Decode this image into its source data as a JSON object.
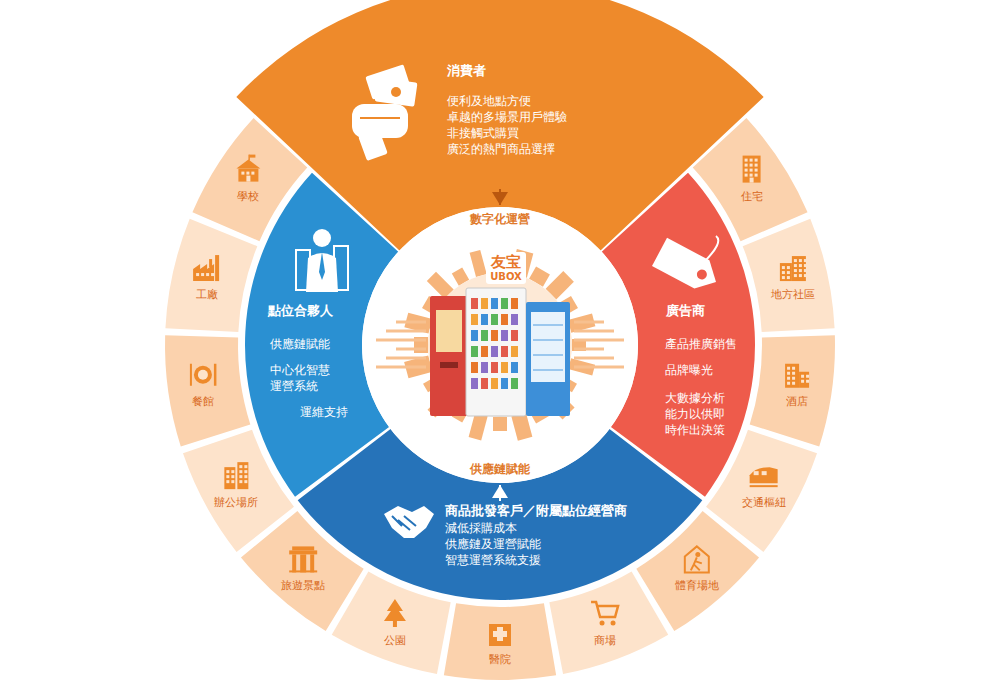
{
  "diagram": {
    "nodes": [
      {
        "text": [
          "消費者",
          "便利及地點方便",
          "卓越的多場景用戶體驗",
          "非接觸式購買",
          "廣泛的熱門商品選擇"
        ]
      },
      {
        "text": [
          "點位合夥人",
          "供應鏈賦能",
          "中心化智慧 運營系統",
          "運維支持"
        ]
      },
      {
        "text": [
          "廣告商",
          "產品推廣銷售",
          "品牌曝光",
          "大數據分析 能力以供即 時作出決策"
        ]
      },
      {
        "text": [
          "商品批發客戶／附屬點位經營商",
          "減低採購成本",
          "供應鏈及運營賦能",
          "智慧運營系統支援"
        ]
      },
      {
        "text": [
          "數字化運營",
          "供應鏈賦能"
        ]
      },
      {
        "text": [
          "學校"
        ]
      },
      {
        "text": [
          "工廠"
        ]
      },
      {
        "text": [
          "餐館"
        ]
      },
      {
        "text": [
          "辦公場所"
        ]
      },
      {
        "text": [
          "旅遊景點"
        ]
      },
      {
        "text": [
          "公園"
        ]
      },
      {
        "text": [
          "醫院"
        ]
      },
      {
        "text": [
          "商場"
        ]
      },
      {
        "text": [
          "體育場地"
        ]
      },
      {
        "text": [
          "交通樞紐"
        ]
      },
      {
        "text": [
          "酒店"
        ]
      },
      {
        "text": [
          "地方社區"
        ]
      },
      {
        "text": [
          "住宅"
        ]
      }
    ],
    "edges": [
      {
        "from": 0,
        "to": 4,
        "arrow": "to"
      },
      {
        "from": 3,
        "to": 4,
        "arrow": "to"
      }
    ],
    "labels": [
      "友宝",
      "UBOX"
    ]
  }
}
